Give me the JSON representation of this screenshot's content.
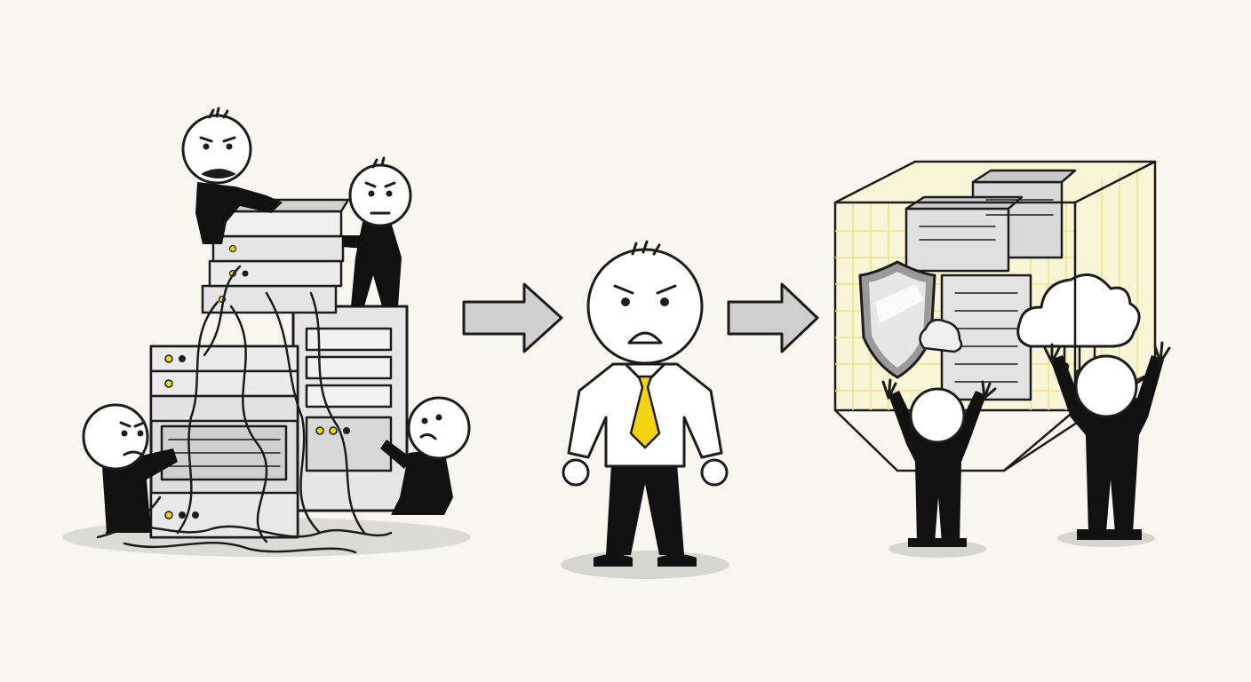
{
  "illustration": {
    "panels": [
      {
        "id": "legacy-datacenter",
        "people": 4
      },
      {
        "id": "manager",
        "people": 1
      },
      {
        "id": "cloud-cube",
        "people": 2
      }
    ],
    "arrows": 2
  },
  "colors": {
    "background": "#f7f6ef",
    "ink": "#1c1c1c",
    "figure": "#111111",
    "head": "#ffffff",
    "server": "#e3e3e3",
    "server_dark": "#c9c9c9",
    "accent_yellow": "#f2d40f",
    "cube_tint": "#fbf4c2",
    "arrow": "#cfcfcf",
    "shadow": "#d6d6d0"
  },
  "icons": {
    "security": "shield-icon",
    "cloud": "cloud-icon"
  }
}
